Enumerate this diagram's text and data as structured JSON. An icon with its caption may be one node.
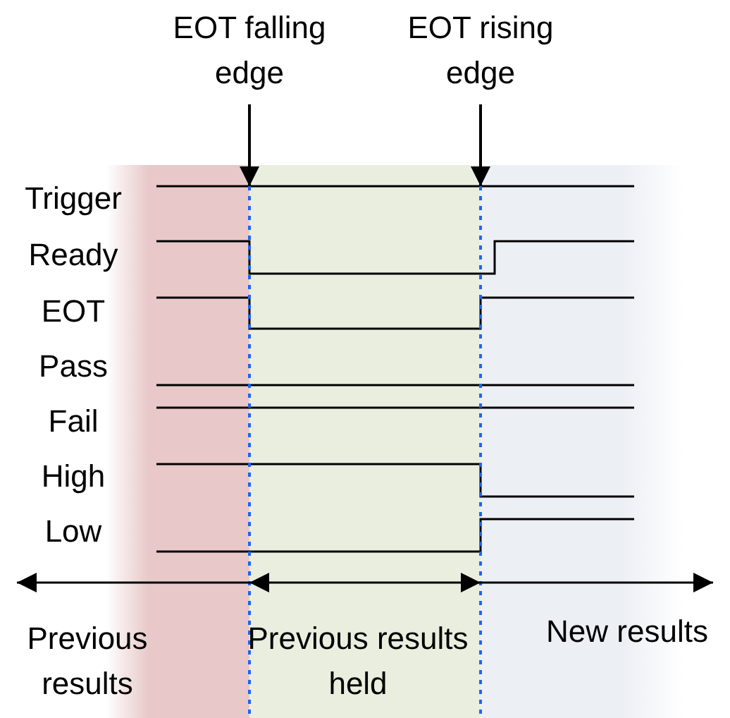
{
  "diagram": {
    "nodes": [
      {
        "text": [
          "EOT falling edge"
        ]
      },
      {
        "text": [
          "EOT rising edge"
        ]
      },
      {
        "text": [],
        "shape": "line"
      },
      {
        "text": [],
        "shape": "line"
      }
    ],
    "edges": [
      {
        "from": 0,
        "to": 2,
        "arrow": "to"
      },
      {
        "from": 1,
        "to": 3,
        "arrow": "to"
      },
      {
        "from": 2,
        "to": null,
        "arrow": "to"
      },
      {
        "from": 2,
        "to": 3,
        "arrow": "both"
      },
      {
        "from": 3,
        "to": null,
        "arrow": "to"
      }
    ],
    "labels": [
      "Trigger",
      "Ready",
      "EOT",
      "Pass",
      "Fail",
      "High",
      "Low",
      "Previous results",
      "Previous results held",
      "New results"
    ]
  }
}
